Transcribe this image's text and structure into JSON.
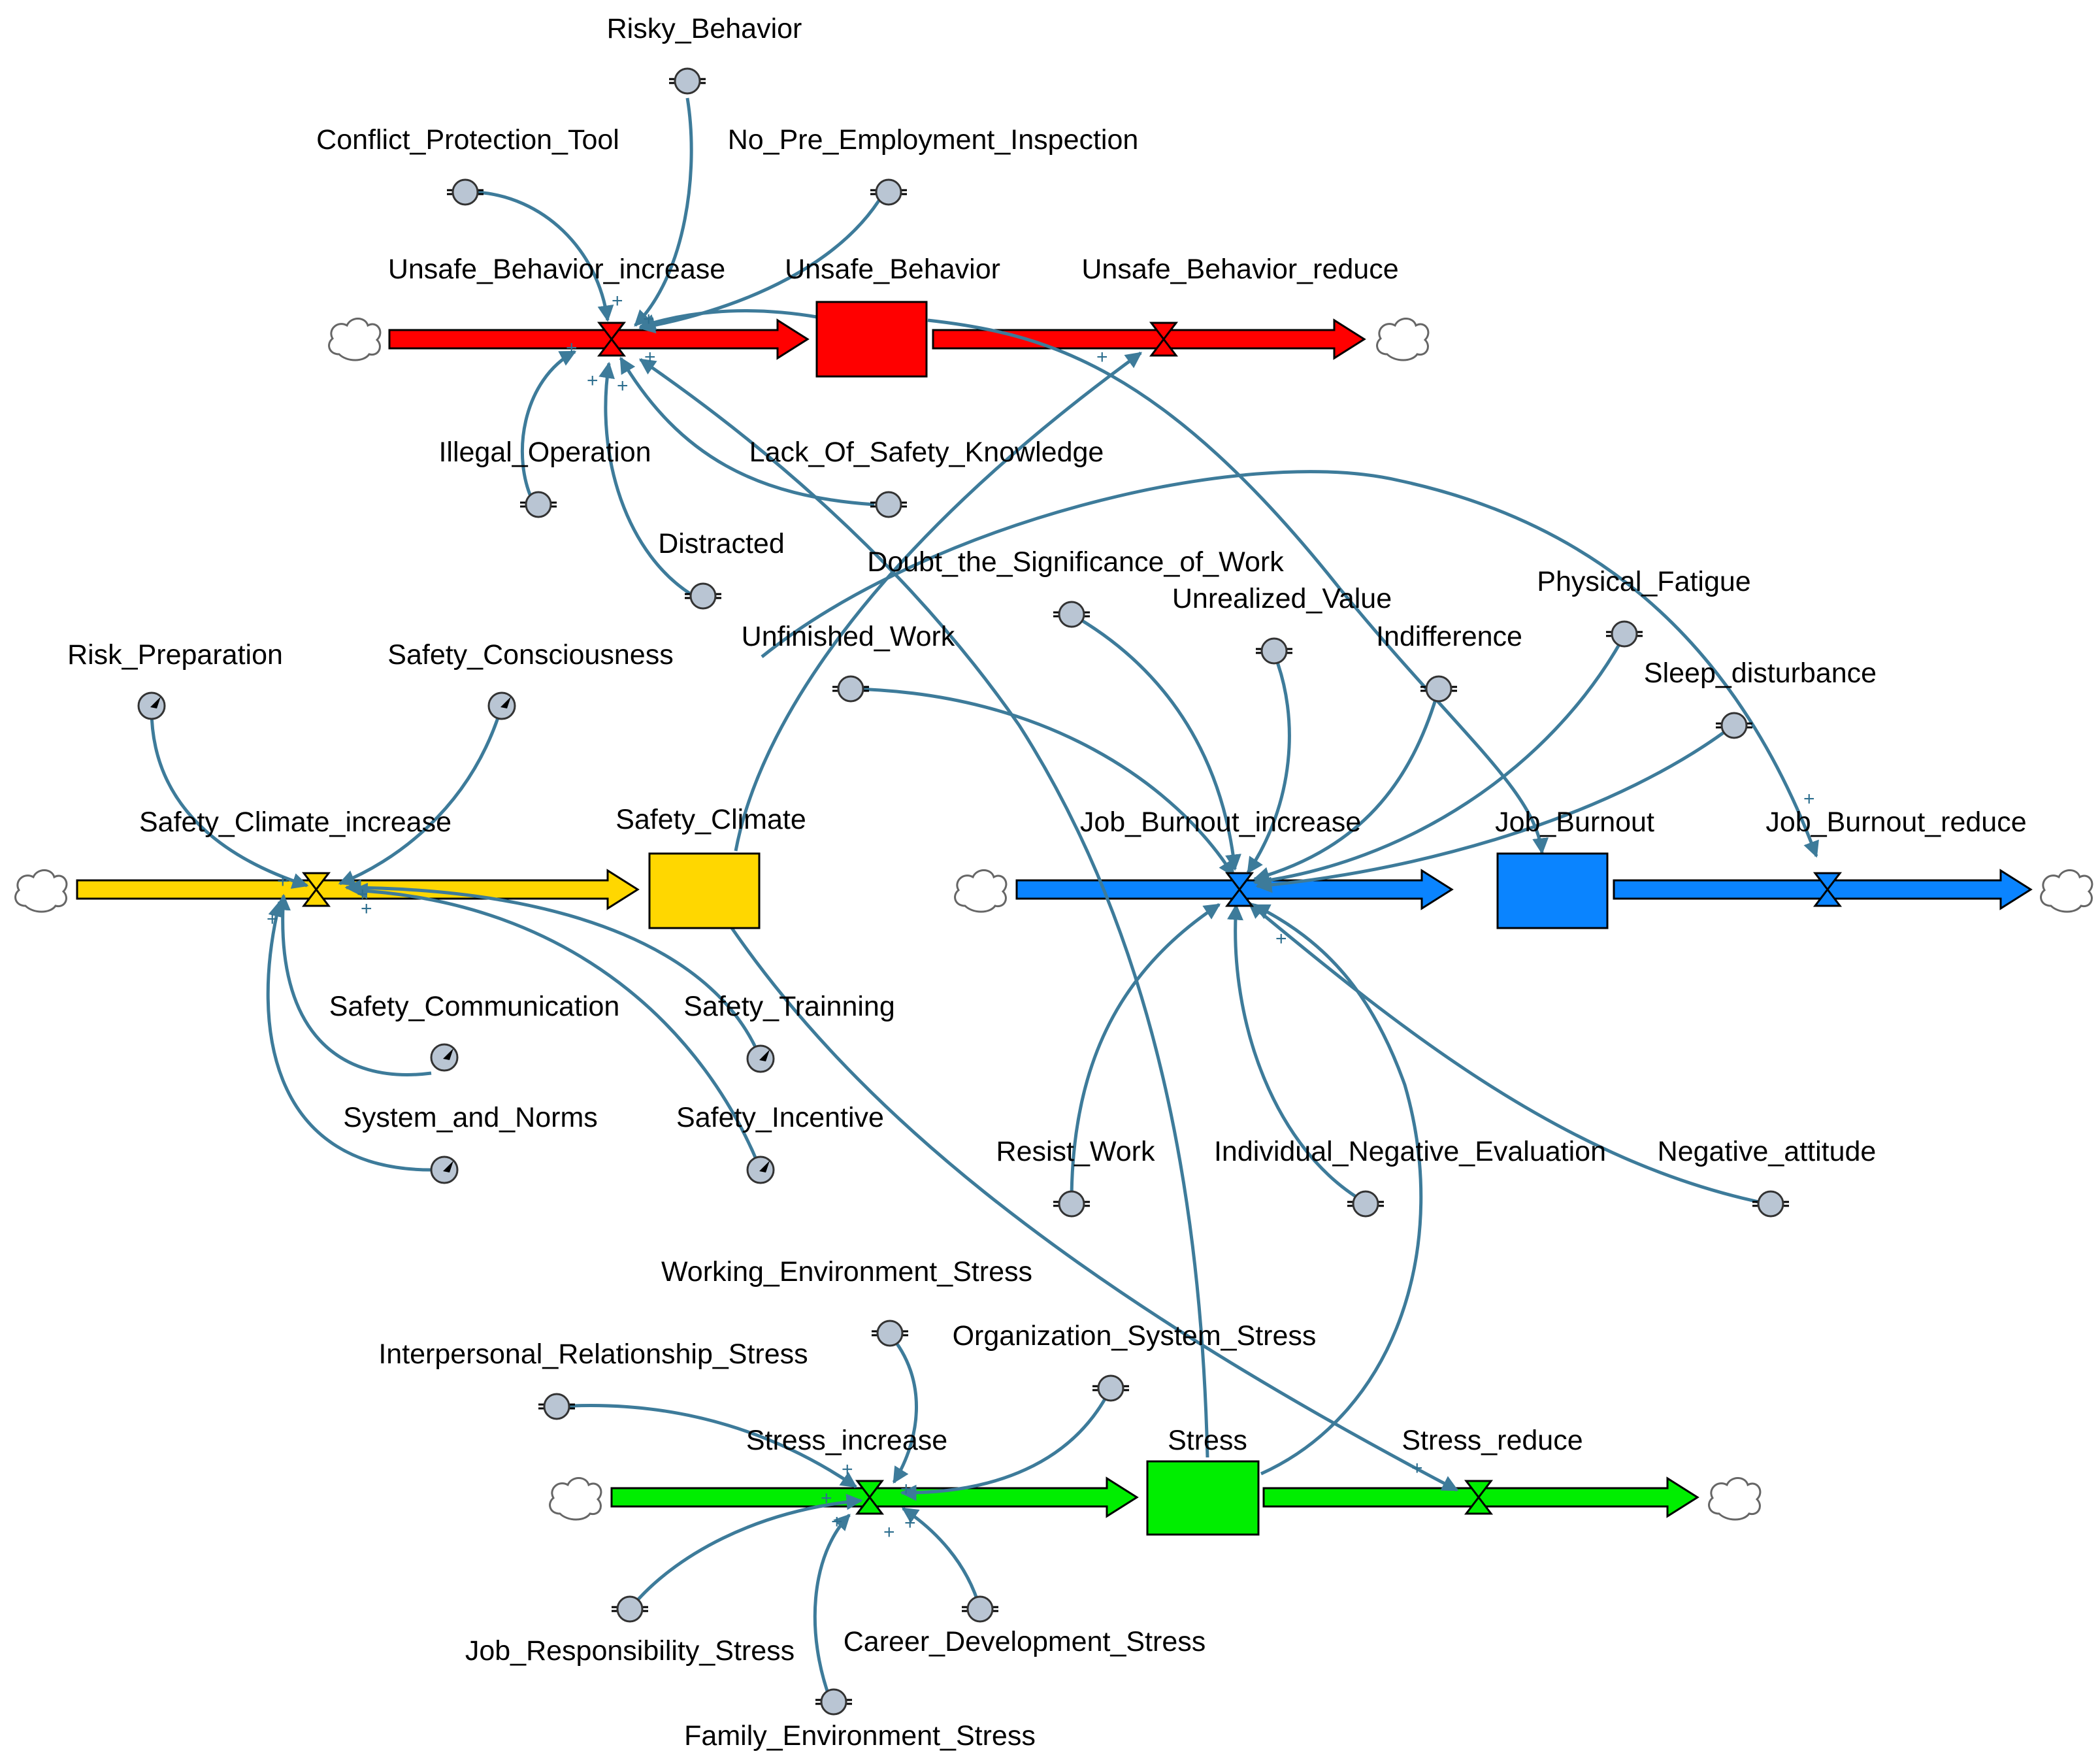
{
  "colors": {
    "red": "#ff0000",
    "yellow": "#ffd700",
    "blue": "#0a84ff",
    "green": "#00ee00",
    "link": "#3d7b9a",
    "node_fill": "#b9c5d3"
  },
  "sectors": [
    {
      "key": "unsafe",
      "stock": "Unsafe_Behavior",
      "inflow": "Unsafe_Behavior_increase",
      "outflow": "Unsafe_Behavior_reduce",
      "color": "red"
    },
    {
      "key": "climate",
      "stock": "Safety_Climate",
      "inflow": "Safety_Climate_increase",
      "color": "yellow"
    },
    {
      "key": "burnout",
      "stock": "Job_Burnout",
      "inflow": "Job_Burnout_increase",
      "outflow": "Job_Burnout_reduce",
      "color": "blue"
    },
    {
      "key": "stress",
      "stock": "Stress",
      "inflow": "Stress_increase",
      "outflow": "Stress_reduce",
      "color": "green"
    }
  ],
  "auxiliaries": {
    "risky_behavior": "Risky_Behavior",
    "conflict_protection_tool": "Conflict_Protection_Tool",
    "no_pre_employment_inspection": "No_Pre_Employment_Inspection",
    "illegal_operation": "Illegal_Operation",
    "lack_of_safety_knowledge": "Lack_Of_Safety_Knowledge",
    "distracted": "Distracted",
    "risk_preparation": "Risk_Preparation",
    "safety_consciousness": "Safety_Consciousness",
    "safety_communication": "Safety_Communication",
    "safety_trainning": "Safety_Trainning",
    "system_and_norms": "System_and_Norms",
    "safety_incentive": "Safety_Incentive",
    "doubt_the_significance_of_work": "Doubt_the_Significance_of_Work",
    "unrealized_value": "Unrealized_Value",
    "unfinished_work": "Unfinished_Work",
    "indifference": "Indifference",
    "physical_fatigue": "Physical_Fatigue",
    "sleep_disturbance": "Sleep_disturbance",
    "resist_work": "Resist_Work",
    "individual_negative_evaluation": "Individual_Negative_Evaluation",
    "negative_attitude": "Negative_attitude",
    "working_environment_stress": "Working_Environment_Stress",
    "interpersonal_relationship_stress": "Interpersonal_Relationship_Stress",
    "organization_system_stress": "Organization_System_Stress",
    "job_responsibility_stress": "Job_Responsibility_Stress",
    "career_development_stress": "Career_Development_Stress",
    "family_environment_stress": "Family_Environment_Stress"
  },
  "polarity_sign": "+"
}
